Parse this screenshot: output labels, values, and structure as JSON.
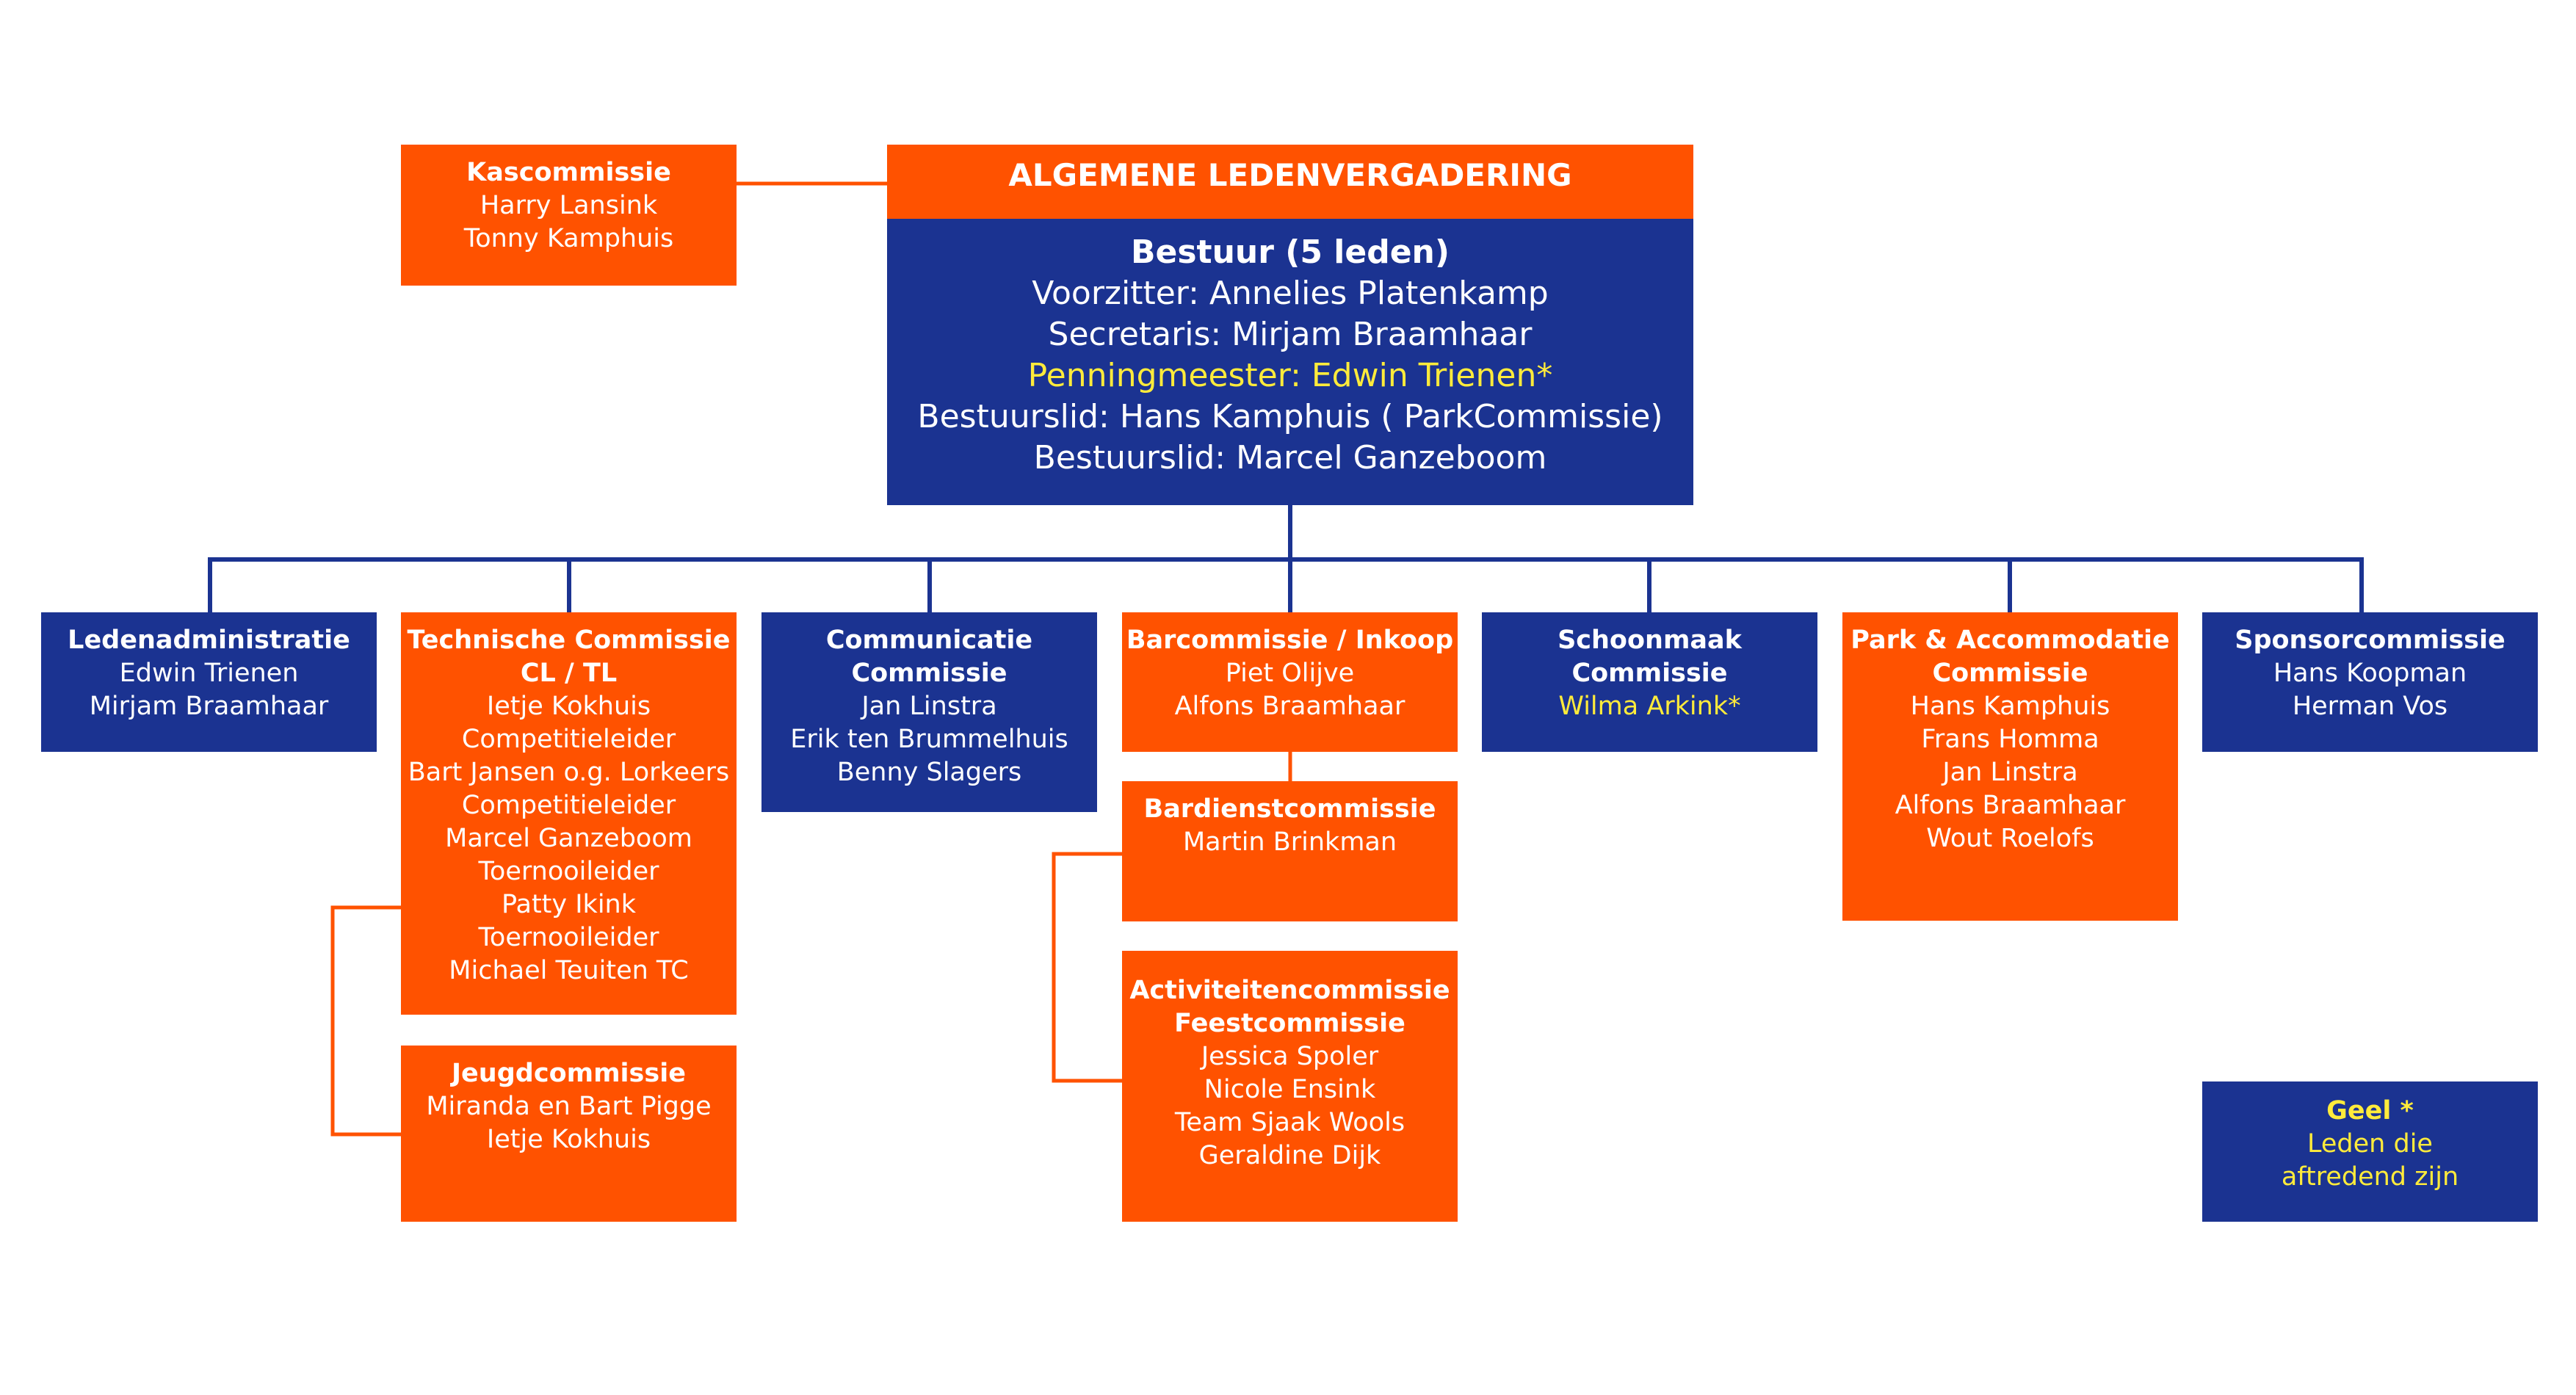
{
  "colors": {
    "orange": "#ff5200",
    "blue": "#1b3391",
    "yellow": "#ffeb3b",
    "connector_blue": "#1b3391",
    "connector_orange": "#ff5200"
  },
  "algemene_ledenvergadering": {
    "title": "ALGEMENE LEDENVERGADERING"
  },
  "bestuur": {
    "title": "Bestuur (5 leden)",
    "lines": [
      "Voorzitter: Annelies Platenkamp",
      "Secretaris: Mirjam Braamhaar",
      "Penningmeester: Edwin Trienen*",
      "Bestuurslid: Hans Kamphuis ( ParkCommissie)",
      "Bestuurslid: Marcel Ganzeboom"
    ]
  },
  "kascommissie": {
    "title": "Kascommissie",
    "lines": [
      "Harry Lansink",
      "Tonny Kamphuis"
    ]
  },
  "ledenadministratie": {
    "title": "Ledenadministratie",
    "lines": [
      "Edwin Trienen",
      "Mirjam Braamhaar"
    ]
  },
  "technische_commissie": {
    "title": "Technische Commissie\nCL / TL",
    "lines": [
      "Ietje Kokhuis",
      "Competitieleider",
      "Bart Jansen o.g. Lorkeers",
      "Competitieleider",
      "Marcel Ganzeboom",
      "Toernooileider",
      "Patty Ikink",
      "Toernooileider",
      "Michael Teuiten TC"
    ]
  },
  "jeugdcommissie": {
    "title": "Jeugdcommissie",
    "lines": [
      "Miranda en Bart Pigge",
      "Ietje Kokhuis"
    ]
  },
  "communicatie_commissie": {
    "title": "Communicatie\nCommissie",
    "lines": [
      "Jan Linstra",
      "Erik ten Brummelhuis",
      "Benny Slagers"
    ]
  },
  "barcommissie": {
    "title": "Barcommissie / Inkoop",
    "lines": [
      "Piet Olijve",
      "Alfons Braamhaar"
    ]
  },
  "bardienstcommissie": {
    "title": "Bardienstcommissie",
    "lines": [
      "Martin Brinkman"
    ]
  },
  "activiteitencommissie": {
    "title": "Activiteitencommissie\nFeestcommissie",
    "lines": [
      "Jessica Spoler",
      "Nicole Ensink",
      "Team Sjaak Wools",
      "Geraldine Dijk"
    ]
  },
  "schoonmaak_commissie": {
    "title": "Schoonmaak\nCommissie",
    "lines": [
      "Wilma Arkink*"
    ]
  },
  "park_accommodatie_commissie": {
    "title": "Park & Accommodatie\nCommissie",
    "lines": [
      "Hans Kamphuis",
      "Frans Homma",
      "Jan Linstra",
      "Alfons Braamhaar",
      "Wout Roelofs"
    ]
  },
  "sponsorcommissie": {
    "title": "Sponsorcommissie",
    "lines": [
      "Hans Koopman",
      "Herman Vos"
    ]
  },
  "legend": {
    "title": "Geel *",
    "lines": [
      "Leden die",
      "aftredend zijn"
    ]
  }
}
